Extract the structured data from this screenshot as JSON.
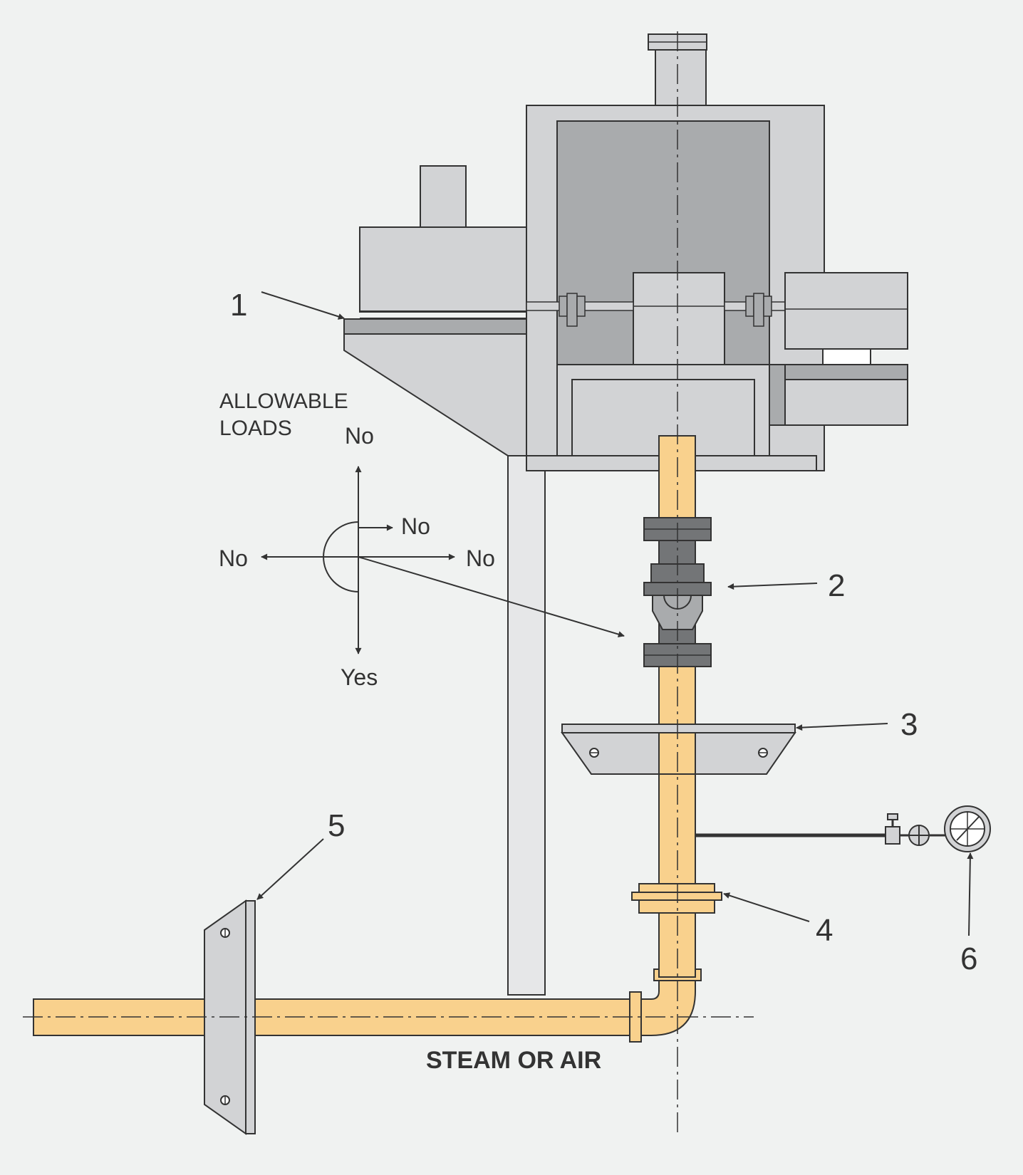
{
  "labels": {
    "allowable_loads_line1": "ALLOWABLE",
    "allowable_loads_line2": "LOADS",
    "up": "No",
    "right_short": "No",
    "left": "No",
    "right": "No",
    "down": "Yes",
    "bottom": "STEAM OR AIR"
  },
  "callouts": [
    "1",
    "2",
    "3",
    "4",
    "5",
    "6"
  ],
  "colors": {
    "background": "#f0f2f1",
    "casing_light": "#d2d3d5",
    "casing_dark": "#a9abad",
    "pipe": "#f9d18d",
    "coupling": "#737577",
    "outline": "#333333"
  }
}
